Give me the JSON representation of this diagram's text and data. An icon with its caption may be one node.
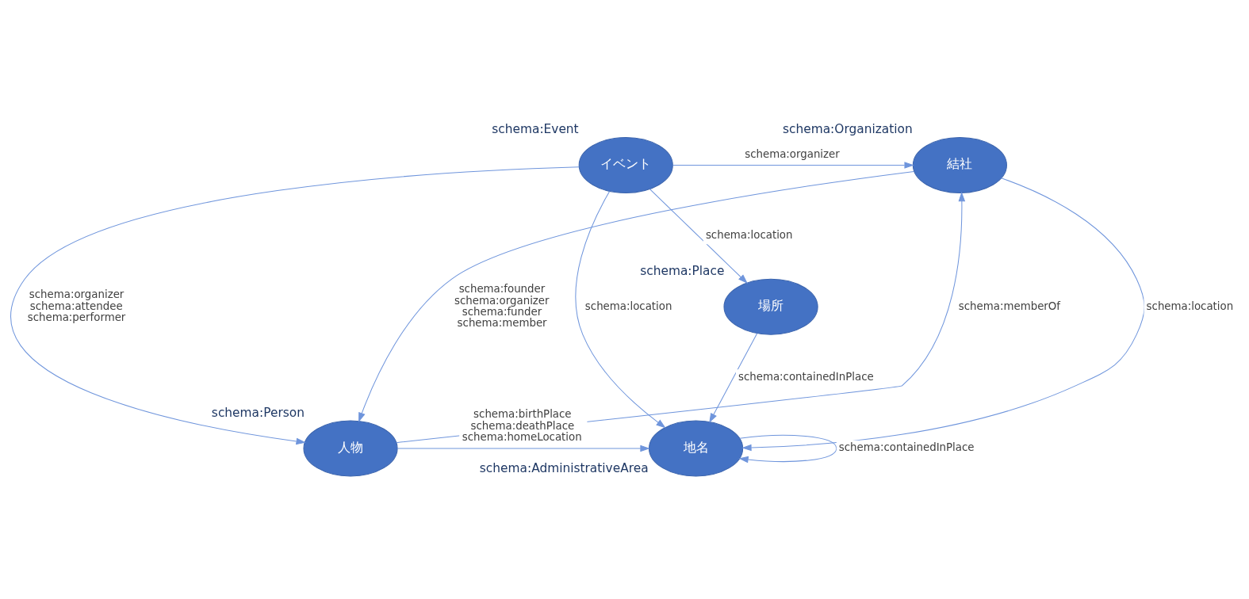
{
  "diagram": {
    "nodes": [
      {
        "text": [
          "結社"
        ],
        "beside": [
          "schema:Organization"
        ]
      },
      {
        "text": [
          "イベント"
        ],
        "beside": [
          "schema:Event"
        ]
      },
      {
        "text": [
          "場所"
        ],
        "beside": [
          "schema:Place"
        ]
      },
      {
        "text": [
          "人物"
        ],
        "beside": [
          "schema:Person"
        ]
      },
      {
        "text": [
          "地名"
        ],
        "beside": [
          "schema:AdministrativeArea"
        ]
      }
    ],
    "edges": [
      {
        "from": 1,
        "to": 0,
        "arrow": "to",
        "label": "schema:organizer"
      },
      {
        "from": 0,
        "to": 4,
        "arrow": "to",
        "label": "schema:location"
      },
      {
        "from": 1,
        "to": 3,
        "arrow": "to",
        "label": "schema:organizer schema:attendee schema:performer"
      },
      {
        "from": 1,
        "to": 2,
        "arrow": "to",
        "label": "schema:location"
      },
      {
        "from": 1,
        "to": 4,
        "arrow": "to",
        "label": "schema:location"
      },
      {
        "from": 0,
        "to": 3,
        "arrow": "to",
        "label": "schema:founder schema:organizer schema:funder schema:member"
      },
      {
        "from": 3,
        "to": 0,
        "arrow": "to",
        "label": "schema:memberOf"
      },
      {
        "from": 2,
        "to": 4,
        "arrow": "to",
        "label": "schema:containedInPlace"
      },
      {
        "from": 3,
        "to": 4,
        "arrow": "to",
        "label": "schema:birthPlace schema:deathPlace schema:homeLocation"
      },
      {
        "from": 4,
        "to": 4,
        "arrow": "to",
        "label": "schema:containedInPlace"
      }
    ]
  }
}
